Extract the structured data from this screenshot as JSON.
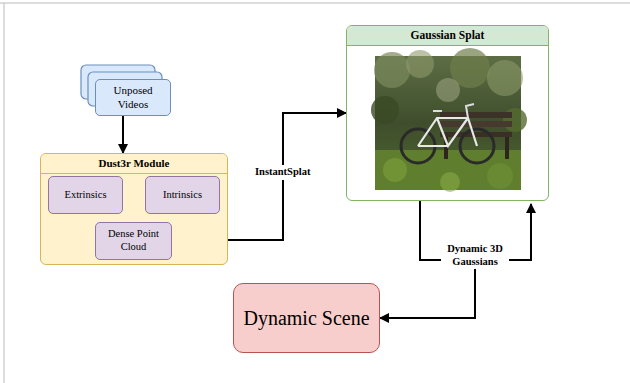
{
  "diagram": {
    "nodes": [
      {
        "text": [
          "Unposed Videos"
        ]
      },
      {
        "text": [
          "Dust3r Module"
        ]
      },
      {
        "text": [
          "Extrinsics"
        ],
        "in": 1
      },
      {
        "text": [
          "Intrinsics"
        ],
        "in": 1
      },
      {
        "text": [
          "Dense Point Cloud"
        ],
        "in": 1
      },
      {
        "text": [
          "Gaussian Splat"
        ]
      },
      {
        "text": [
          "Dynamic Scene"
        ]
      }
    ],
    "edges": [
      {
        "from": 0,
        "to": 1,
        "arrow": "to"
      },
      {
        "from": 1,
        "to": 5,
        "label": "InstantSplat",
        "arrow": "to"
      },
      {
        "from": 5,
        "to": 6,
        "label": "Dynamic 3D Gaussians",
        "arrow": "to"
      }
    ]
  }
}
